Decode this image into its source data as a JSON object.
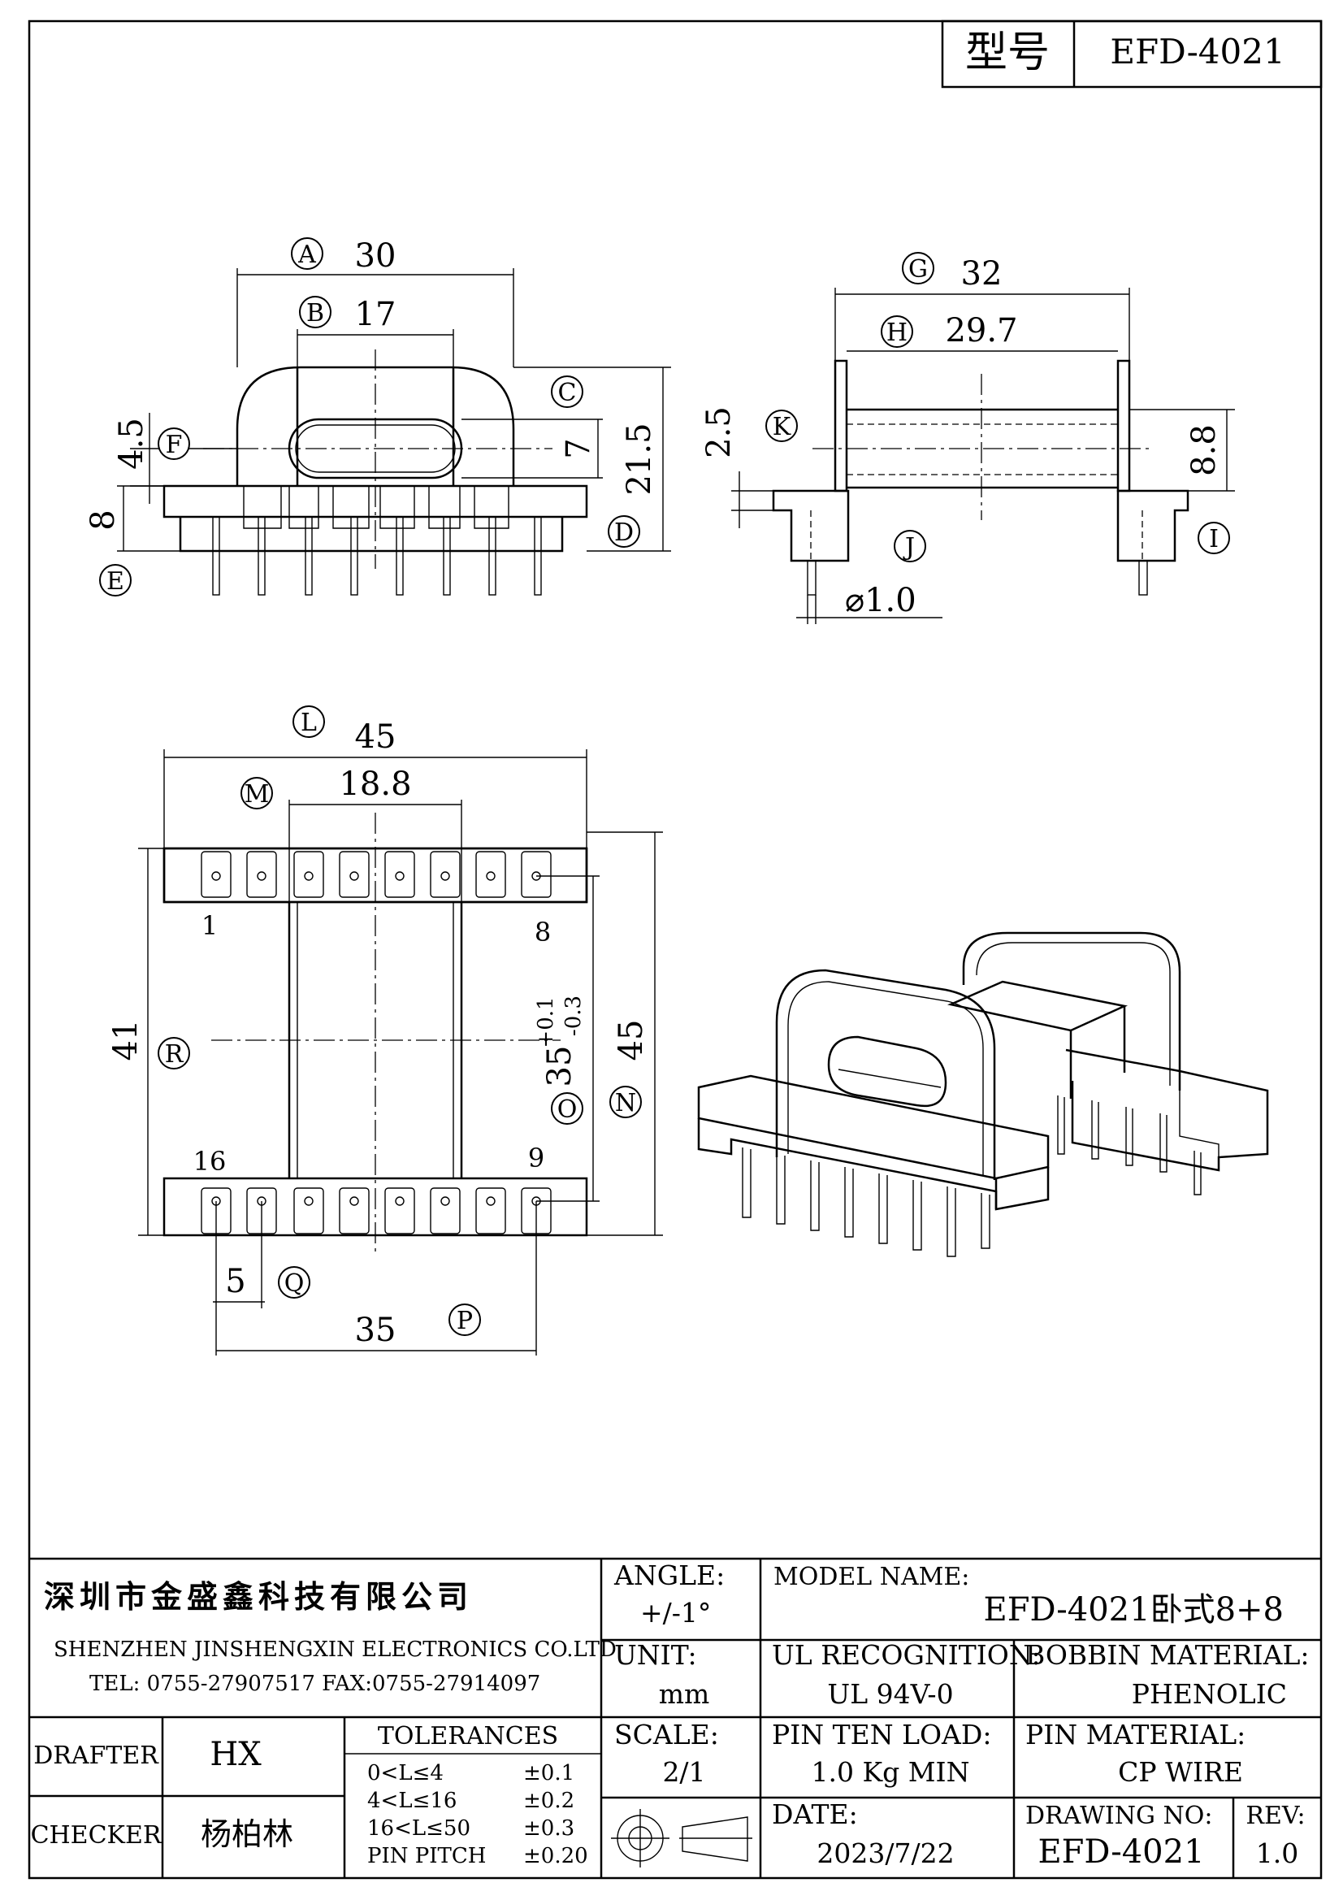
{
  "header": {
    "type_label": "型号",
    "type_value": "EFD-4021"
  },
  "views": {
    "front": {
      "A": "30",
      "B": "17",
      "C_val": "7",
      "D_val": "21.5",
      "F_val": "4.5",
      "E_val": "8"
    },
    "side": {
      "G": "32",
      "H": "29.7",
      "K_val": "2.5",
      "I_val": "8.8",
      "J_val": "⌀1.0"
    },
    "top": {
      "L": "45",
      "M": "18.8",
      "R_val": "41",
      "N_val": "45",
      "O_val": "35",
      "O_tol_plus": "+0.1",
      "O_tol_minus": "-0.3",
      "Q": "5",
      "P": "35",
      "pin_1": "1",
      "pin_8": "8",
      "pin_16": "16",
      "pin_9": "9"
    }
  },
  "letters": [
    "A",
    "B",
    "C",
    "D",
    "E",
    "F",
    "G",
    "H",
    "I",
    "J",
    "K",
    "L",
    "M",
    "N",
    "O",
    "P",
    "Q",
    "R"
  ],
  "title_block": {
    "company_cn": "深圳市金盛鑫科技有限公司",
    "company_en": "SHENZHEN JINSHENGXIN ELECTRONICS CO.LTD",
    "contact": "TEL: 0755-27907517   FAX:0755-27914097",
    "angle_label": "ANGLE:",
    "angle_value": "+/-1°",
    "model_label": "MODEL NAME:",
    "model_value": "EFD-4021卧式8+8",
    "unit_label": "UNIT:",
    "unit_value": "mm",
    "ul_label": "UL RECOGNITION:",
    "ul_value": "UL 94V-0",
    "bobbin_label": "BOBBIN MATERIAL:",
    "bobbin_value": "PHENOLIC",
    "drafter_label": "DRAFTER",
    "drafter_value": "HX",
    "checker_label": "CHECKER",
    "checker_value": "杨柏林",
    "tolerances_label": "TOLERANCES",
    "tolerances": [
      {
        "range": "0<L≤4",
        "tol": "±0.1"
      },
      {
        "range": "4<L≤16",
        "tol": "±0.2"
      },
      {
        "range": "16<L≤50",
        "tol": "±0.3"
      },
      {
        "range": "PIN PITCH",
        "tol": "±0.20"
      }
    ],
    "scale_label": "SCALE:",
    "scale_value": "2/1",
    "pin_load_label": "PIN TEN LOAD:",
    "pin_load_value": "1.0 Kg MIN",
    "pin_mat_label": "PIN MATERIAL:",
    "pin_mat_value": "CP WIRE",
    "date_label": "DATE:",
    "date_value": "2023/7/22",
    "drawing_no_label": "DRAWING NO:",
    "drawing_no_value": "EFD-4021",
    "rev_label": "REV:",
    "rev_value": "1.0"
  }
}
